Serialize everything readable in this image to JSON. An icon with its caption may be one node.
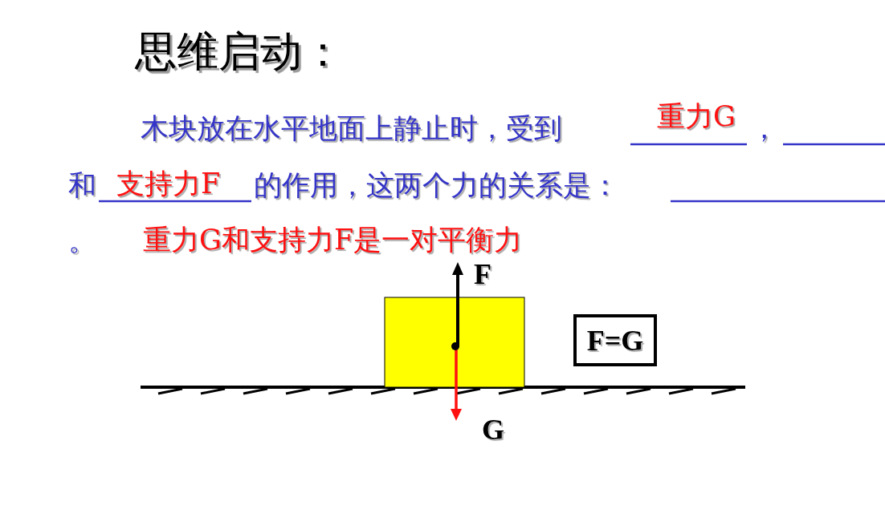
{
  "diagram": {
    "title": "思维启动：",
    "nodes": [
      {
        "text": [
          "F=G"
        ]
      }
    ],
    "labels": [
      "木块放在水平地面上静止时，受到",
      "重力G",
      "，",
      "和",
      "支持力F",
      "的作用，这两个力的关系是：",
      "。",
      "重力G和支持力F是一对平衡力",
      "F",
      "G"
    ]
  }
}
